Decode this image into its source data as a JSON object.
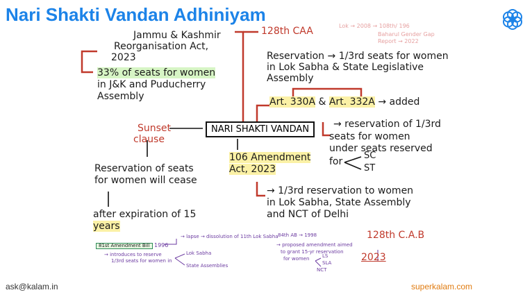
{
  "title": "Nari Shakti Vandan Adhiniyam",
  "center": "NARI SHAKTI VANDAN",
  "jk": {
    "line1": "Jammu & Kashmir",
    "line2": "Reorganisation Act,",
    "line3": "2023"
  },
  "caa128": "128th CAA",
  "top_note": {
    "line1": "Lok → 2008 → 108th/ 196",
    "line2": "Baharul Gender Gap",
    "line3": "Report → 2022"
  },
  "seats33": {
    "line1": "33% of seats for women",
    "line2": "in J&K and Puducherry",
    "line3": "Assembly"
  },
  "reservation": {
    "line1": "Reservation → 1/3rd seats for women",
    "line2": "in Lok Sabha & State Legislative",
    "line3": "Assembly"
  },
  "articles": {
    "a1": "Art. 330A",
    "amp": "&",
    "a2": "Art. 332A",
    "added": "→ added"
  },
  "sc_st": {
    "line1": "→ reservation of 1/3rd",
    "line2": "seats for women",
    "line3": "under seats reserved",
    "for": "for",
    "sc": "SC",
    "st": "ST"
  },
  "sunset": {
    "line1": "Sunset",
    "line2": "clause"
  },
  "amend106": {
    "line1": "106 Amendment",
    "line2": "Act, 2023"
  },
  "cease": {
    "line1": "Reservation of seats",
    "line2": "for women will cease"
  },
  "expiry": {
    "line1": "after expiration of 15",
    "line2": "years"
  },
  "third": {
    "line1": "→ 1/3rd reservation to women",
    "line2": "in Lok Sabha, State Assembly",
    "line3": "and NCT of Delhi"
  },
  "bottom": {
    "lapse": "→ lapse → dissolution of 11th Lok Sabha",
    "amend81": "81st Amendment Bill",
    "year1996": "1996",
    "intro1": "→ introduces to reserve",
    "intro2": "1/3rd seats for women in",
    "ls": "Lok Sabha",
    "sa": "State Assemblies",
    "ab84": "84th AB → 1998",
    "prop1": "→ proposed amendment aimed",
    "prop2": "to grant 15-yr reservation",
    "prop3": "for women",
    "ls2": "LS",
    "sla": "SLA",
    "nct": "NCT"
  },
  "cab": {
    "label": "128th C.A.B",
    "year": "2023"
  },
  "footer": {
    "left": "ask@kalam.in",
    "right": "superkalam.com"
  },
  "colors": {
    "title": "#1c83e8",
    "arrow": "#c0392b",
    "footer_right": "#e07b10",
    "highlight_green": "#d7f5c5",
    "highlight_yellow": "#fbf1a6"
  }
}
